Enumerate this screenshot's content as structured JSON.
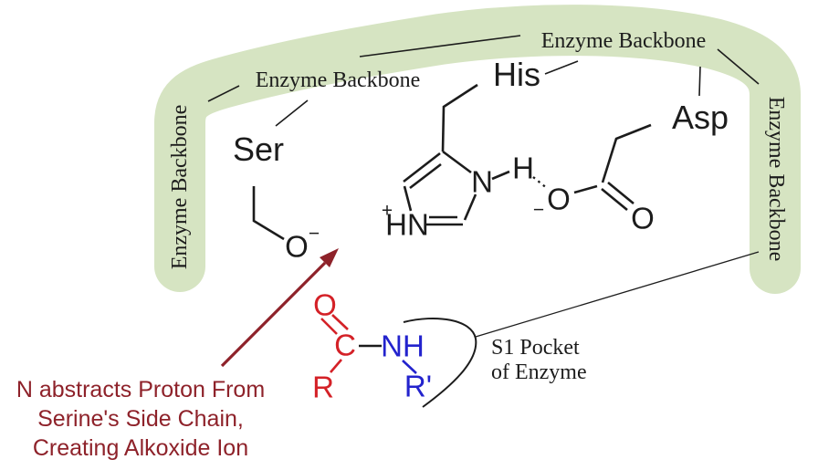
{
  "labels": {
    "backbone_left": "Enzyme Backbone",
    "backbone_top_left": "Enzyme Backbone",
    "backbone_top_right": "Enzyme Backbone",
    "backbone_right": "Enzyme Backbone",
    "ser": "Ser",
    "his": "His",
    "asp": "Asp",
    "pocket_line1": "S1 Pocket",
    "pocket_line2": "of Enzyme"
  },
  "atoms": {
    "serine_oxygen": "O",
    "serine_charge": "−",
    "his_n1": "N",
    "his_h": "H",
    "his_n3": "HN",
    "his_charge": "+",
    "asp_o_single": "O",
    "asp_charge": "−",
    "asp_o_double": "O",
    "substrate_o": "O",
    "substrate_c": "C",
    "substrate_nh": "NH",
    "substrate_r": "R",
    "substrate_r_prime": "R'"
  },
  "caption": {
    "line1": "N abstracts Proton From",
    "line2": "Serine's Side Chain,",
    "line3": "Creating Alkoxide Ion"
  },
  "colors": {
    "backbone_highlight": "#d6e4c2",
    "substrate_red": "#d42127",
    "amide_blue": "#2323cd",
    "annotation_maroon": "#8e222a",
    "bond_black": "#1c1c1c"
  }
}
